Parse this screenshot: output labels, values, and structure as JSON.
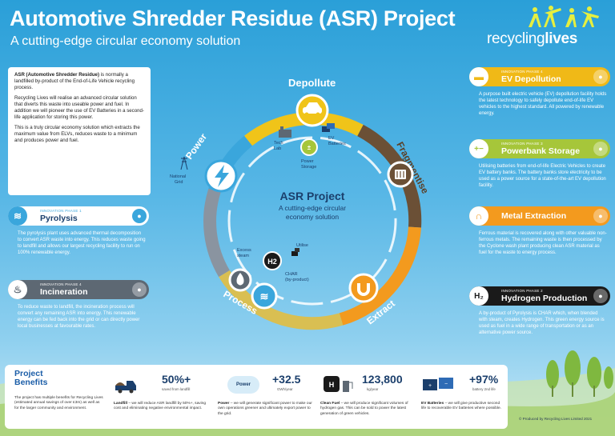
{
  "header": {
    "title": "Automotive Shredder Residue (ASR) Project",
    "subtitle": "A cutting-edge circular economy solution",
    "logo_text_1": "recycling",
    "logo_text_2": "lives"
  },
  "intro": {
    "p1_bold": "ASR (Automotive Shredder Residue)",
    "p1_rest": " is normally a landfilled by-product of the End-of-Life Vehicle recycling process.",
    "p2": "Recycling Lives will realise an advanced circular solution that diverts this waste into useable power and fuel. In addition we will pioneer the use of EV Batteries in a second-life application for storing this power.",
    "p3": "This is a truly circular economy solution which extracts the maximum value from ELVs, reduces waste to a minimum and produces power and fuel."
  },
  "left_phases": [
    {
      "kicker": "INNOVATION PHASE 1",
      "name": "Pyrolysis",
      "color": "#3aa6dc",
      "text": "The pyrolysis plant uses advanced thermal decomposition to convert ASR waste into energy. This reduces waste going to landfill and allows our largest recycling facility to run on 100% renewable energy."
    },
    {
      "kicker": "INNOVATION PHASE 4",
      "name": "Incineration",
      "color": "#4f5a66",
      "text": "To reduce waste to landfill, the incineration process will convert any remaining ASR into energy. This renewable energy can be fed back into the grid or can directly power local businesses at favourable rates."
    }
  ],
  "right_phases": [
    {
      "kicker": "INNOVATION PHASE 4",
      "name": "EV Depollution",
      "color": "#f0b917",
      "text": "A purpose built electric vehicle (EV) depollution facility holds the latest technology to safely depollute end-of-life EV vehicles to the highest standard. All powered by renewable energy."
    },
    {
      "kicker": "INNOVATION PHASE 3",
      "name": "Powerbank Storage",
      "color": "#a6c63a",
      "text": "Utilising batteries from end-of-life Electric Vehicles to create EV battery banks. The battery banks store electricity to be used as a power source for a state-of-the-art EV depollution facility."
    },
    {
      "kicker": "",
      "name": "Metal Extraction",
      "color": "#f39a1e",
      "text": "Ferrous material is recovered along with other valuable non-ferrous metals. The remaining waste is then processed by the Cyclone wash plant producing clean ASR material as fuel for the waste to energy process."
    },
    {
      "kicker": "INNOVATION PHASE 2",
      "name": "Hydrogen Production",
      "color": "#1a1a1a",
      "text": "A by-product of Pyrolysis is CHAR which, when blended with steam, creates Hydrogen. This green energy source is used as fuel in a wide range of transportation or as an alternative power source."
    }
  ],
  "cycle": {
    "center_title": "ASR Project",
    "center_sub_1": "A cutting-edge circular",
    "center_sub_2": "economy solution",
    "stages": {
      "depollute": "Depollute",
      "fragmentise": "Fragmentise",
      "extract": "Extract",
      "process": "Process",
      "power": "Power"
    },
    "labels": {
      "tech_lab_1": "Tech",
      "tech_lab_2": "Lab",
      "ev_batteries_1": "EV",
      "ev_batteries_2": "Batteries",
      "power_storage_1": "Power",
      "power_storage_2": "Storage",
      "national_grid_1": "National",
      "national_grid_2": "Grid",
      "excess_steam_1": "Excess",
      "excess_steam_2": "steam",
      "utilise": "Utilise",
      "char_1": "CHAR",
      "char_2": "(by-product)",
      "h2": "H2"
    },
    "colors": {
      "depollute": "#f0c419",
      "fragmentise": "#6b5036",
      "extract": "#f39a1e",
      "process": "#8a94a0",
      "power": "#3aa6dc"
    }
  },
  "benefits": {
    "title_1": "Project",
    "title_2": "Benefits",
    "intro": "The project has multiple benefits for Recycling Lives (estimated annual savings of over £3m) as well as for the larger community and environment.",
    "items": [
      {
        "value": "50%+",
        "unit": "saved from landfill",
        "bold": "Landfill",
        "text": " – we will reduce ASR landfill by 50%+, saving cost and eliminating negative environmental impact.",
        "icon": "landfill-truck-icon"
      },
      {
        "value": "+32.5",
        "unit": "GWh/year",
        "bold": "Power",
        "text": " – we will generate significant power to make our own operations greener and ultimately export power to the grid.",
        "icon": "power-icon",
        "icon_label": "Power"
      },
      {
        "value": "123,800",
        "unit": "kg/year",
        "bold": "Clean Fuel",
        "text": " – we will produce significant volumes of hydrogen gas. This can be sold to power the latest generation of green vehicles.",
        "icon": "hydrogen-fuel-icon"
      },
      {
        "value": "+97%",
        "unit": "battery 2nd life",
        "bold": "EV Batteries",
        "text": " – we will give productive second life to recoverable EV batteries where possible.",
        "icon": "ev-battery-icon"
      }
    ]
  },
  "footer": {
    "copyright": "© Produced by Recycling Lives Limited 2021"
  }
}
